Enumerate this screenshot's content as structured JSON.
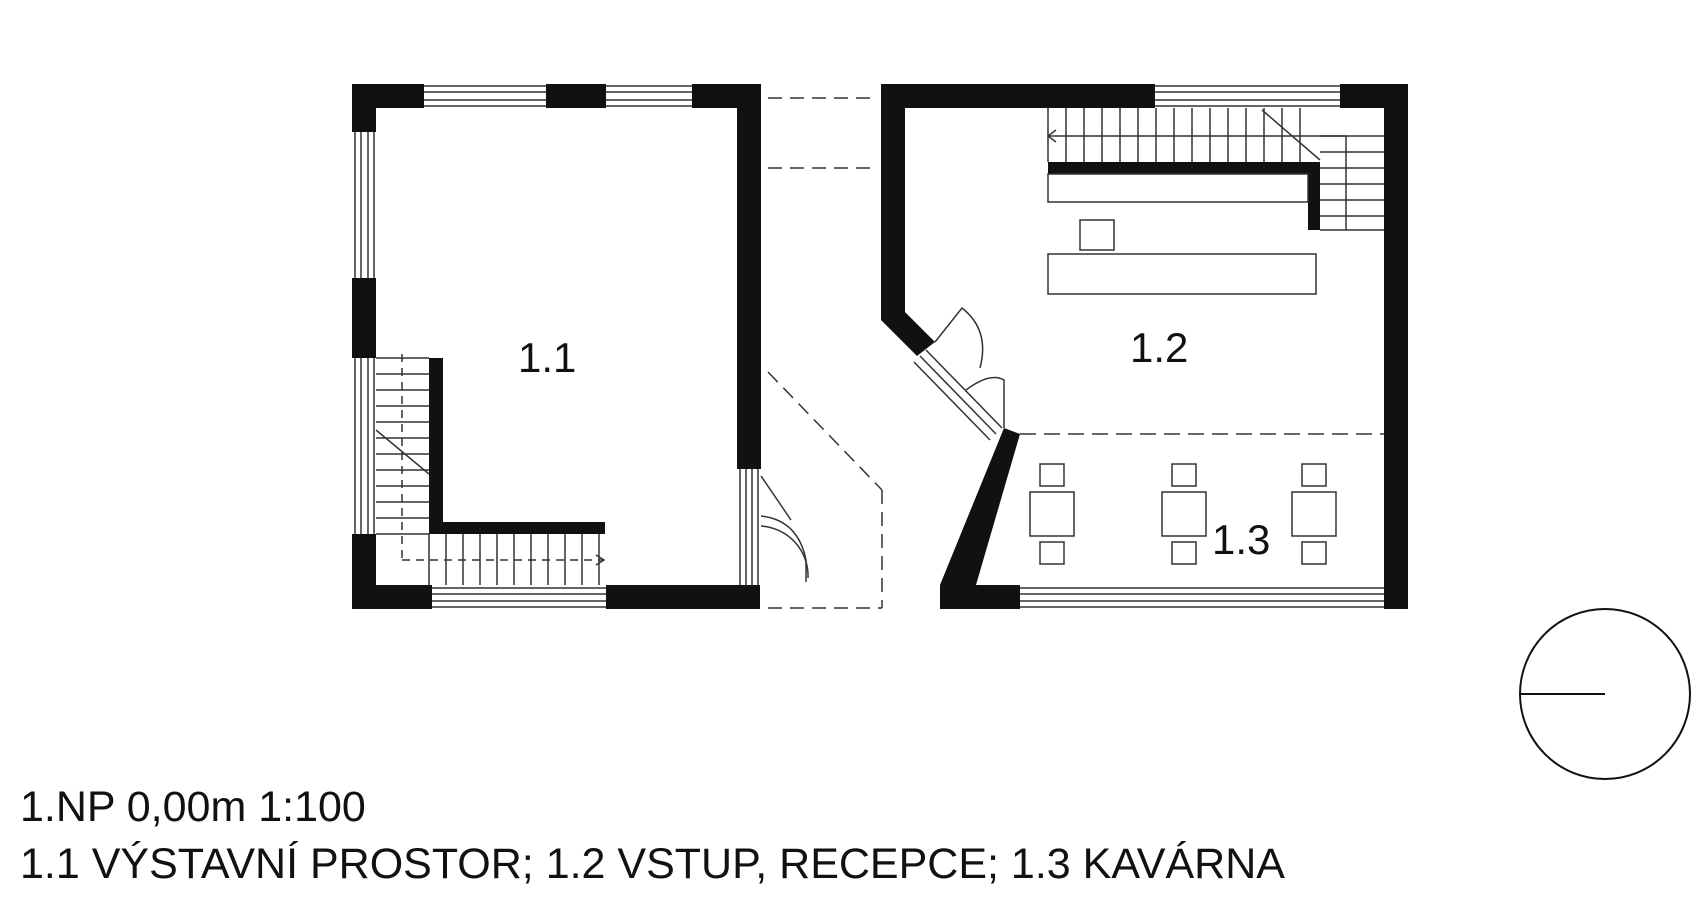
{
  "rooms": [
    {
      "id": "1.1",
      "label": "1.1"
    },
    {
      "id": "1.2",
      "label": "1.2"
    },
    {
      "id": "1.3",
      "label": "1.3"
    }
  ],
  "caption": {
    "line1": "1.NP 0,00m 1:100",
    "line2": "1.1 VÝSTAVNÍ PROSTOR; 1.2 VSTUP, RECEPCE; 1.3 KAVÁRNA"
  },
  "colors": {
    "wall": "#111111",
    "line": "#333333",
    "background": "#ffffff"
  },
  "icons": {
    "north_arrow": "north-arrow-icon"
  }
}
